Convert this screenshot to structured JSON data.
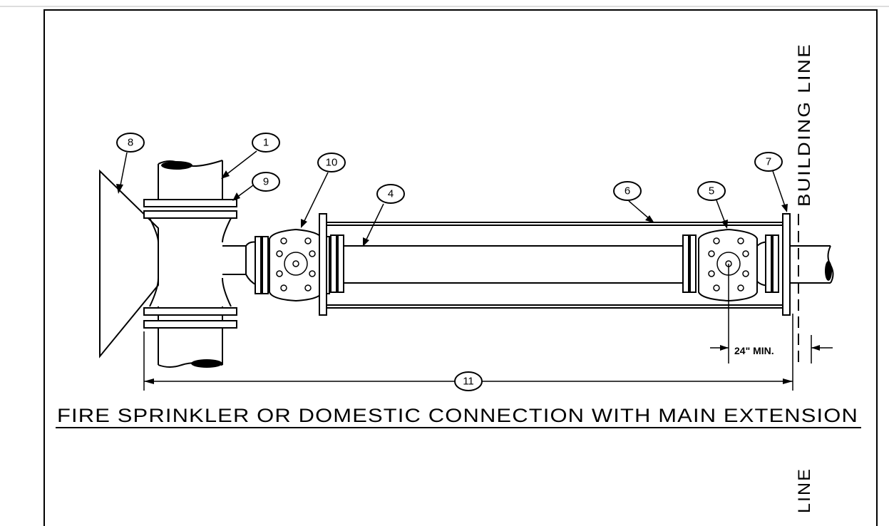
{
  "caption": "FIRE SPRINKLER OR DOMESTIC CONNECTION WITH MAIN EXTENSION",
  "building_line_label": "BUILDING LINE",
  "bottom_label": "LINE",
  "dimension_label": "24\" MIN.",
  "callouts": {
    "c1": "1",
    "c4": "4",
    "c5": "5",
    "c6": "6",
    "c7": "7",
    "c8": "8",
    "c9": "9",
    "c10": "10",
    "c11": "11"
  }
}
